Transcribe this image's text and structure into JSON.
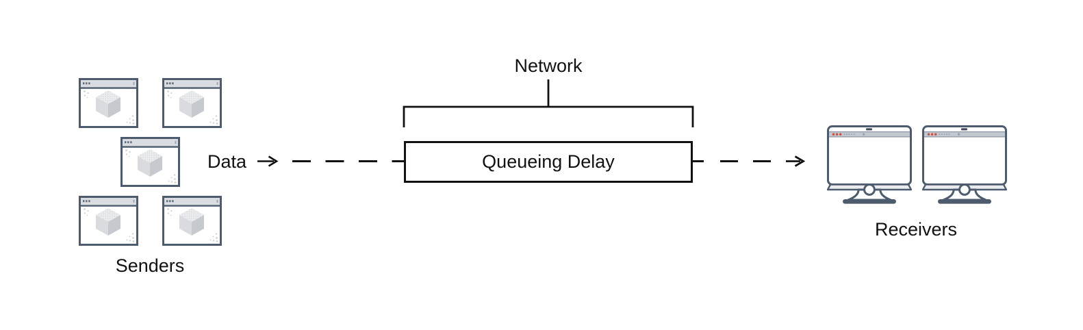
{
  "labels": {
    "senders": "Senders",
    "receivers": "Receivers",
    "data": "Data",
    "network": "Network",
    "queueing_delay": "Queueing Delay"
  },
  "senders": {
    "count": 5,
    "icon": "browser-window-cube-icon"
  },
  "receivers": {
    "count": 2,
    "icon": "desktop-monitor-icon"
  },
  "colors": {
    "background": "#ffffff",
    "line": "#111111",
    "icon_stroke": "#4d5b6e",
    "window_titlebar": "#d9dde2",
    "monitor_bar": "#c2c8cf",
    "traffic_dot_red": "#d24b38",
    "cube_top": "#eaecee",
    "cube_left": "#d9dbde",
    "cube_right": "#c6c9cd",
    "stipple": "#ced2d7"
  }
}
